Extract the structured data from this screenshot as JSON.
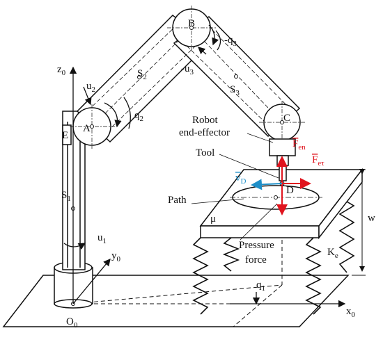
{
  "labels": {
    "z0": "z",
    "z0_sub": "0",
    "y0": "y",
    "y0_sub": "0",
    "x0": "x",
    "x0_sub": "0",
    "O0": "O",
    "O0_sub": "0",
    "u1": "u",
    "u1_sub": "1",
    "u2": "u",
    "u2_sub": "2",
    "u3": "-u",
    "u3_sub": "3",
    "q1": "q",
    "q1_sub": "1",
    "q2": "q",
    "q2_sub": "2",
    "q3": "-q",
    "q3_sub": "3",
    "A": "A",
    "B": "B",
    "C": "C",
    "D": "D",
    "E": "E",
    "S1": "S",
    "S1_sub": "1",
    "S2": "S",
    "S2_sub": "2",
    "S3": "S",
    "S3_sub": "3",
    "robot_end_effector_1": "Robot",
    "robot_end_effector_2": "end-effector",
    "tool": "Tool",
    "path": "Path",
    "mu": "μ",
    "w": "w",
    "Ke": "K",
    "Ke_sub": "e",
    "pressure_1": "Pressure",
    "pressure_2": "force",
    "Fen": "F",
    "Fen_sub": "en",
    "Fet": "F",
    "Fet_sub": "eτ",
    "vD": "v",
    "vD_sub": "D"
  },
  "colors": {
    "force": "#e0141e",
    "velocity": "#1e8fc8",
    "line": "#111111"
  }
}
